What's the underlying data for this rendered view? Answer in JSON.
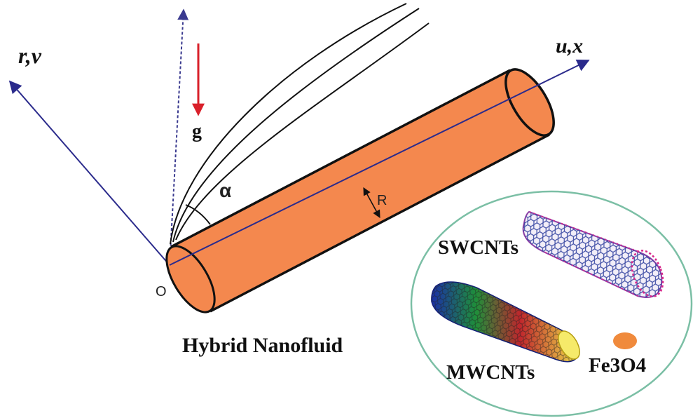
{
  "labels": {
    "radial_axis": "r,v",
    "axial_axis": "u,x",
    "gravity": "g",
    "angle": "α",
    "radius": "R",
    "origin": "O",
    "caption": "Hybrid Nanofluid",
    "swcnt": "SWCNTs",
    "mwcnt": "MWCNTs",
    "particle": "Fe3O4"
  },
  "colors": {
    "axis": "#2b2b8c",
    "cylinder_fill": "#f4884e",
    "cylinder_edge": "#111111",
    "gravity_arrow": "#d9202a",
    "inset_border": "#7bbfa5",
    "particle": "#f08a3c"
  },
  "icons": {
    "swcnt": "single-wall-nanotube-icon",
    "mwcnt": "multi-wall-nanotube-icon",
    "particle": "nanoparticle-icon"
  }
}
